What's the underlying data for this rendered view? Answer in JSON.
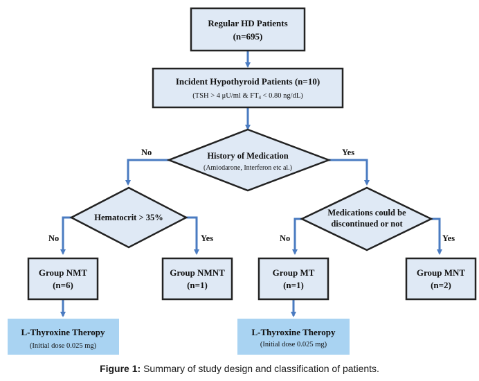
{
  "diagram": {
    "regular": {
      "title": "Regular HD Patients",
      "n": "(n=695)"
    },
    "incident": {
      "title": "Incident Hypothyroid Patients (n=10)",
      "criteria_pre": "(TSH > 4 μU/ml & FT",
      "criteria_sub": "4",
      "criteria_post": " < 0.80 ng/dL)"
    },
    "history": {
      "title": "History of Medication",
      "subtitle": "(Amiodarone, Interferon etc al.)"
    },
    "labels": {
      "no": "No",
      "yes": "Yes"
    },
    "hematocrit": {
      "title": "Hematocrit > 35%"
    },
    "discontinue": {
      "line1": "Medications could be",
      "line2": "discontinued or not"
    },
    "groups": {
      "nmt": {
        "title": "Group NMT",
        "n": "(n=6)"
      },
      "nmnt": {
        "title": "Group NMNT",
        "n": "(n=1)"
      },
      "mt": {
        "title": "Group MT",
        "n": "(n=1)"
      },
      "mnt": {
        "title": "Group MNT",
        "n": "(n=2)"
      }
    },
    "therapy_left": {
      "title": "L-Thyroxine Theropy",
      "dose": "(Initial dose 0.025 mg)"
    },
    "therapy_right": {
      "title": "L-Thyroxine Theropy",
      "dose": "(Initial dose 0.025 mg)"
    }
  },
  "caption": {
    "label": "Figure 1:",
    "text": " Summary of study design and classification of patients."
  },
  "colors": {
    "box_fill": "#dfe9f5",
    "therapy_fill": "#a9d3f2",
    "arrow": "#4a7bc1",
    "border": "#222222"
  }
}
